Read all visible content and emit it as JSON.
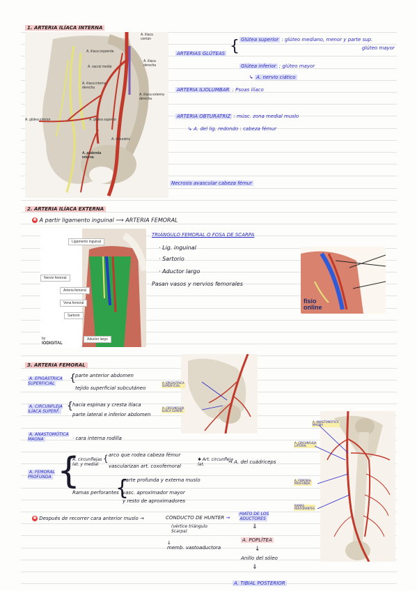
{
  "s1": {
    "title": "1. ARTERIA ILÍACA INTERNA",
    "fig": {
      "iliaca_comun": "A. ilíaca\ncomún",
      "iliaca_izquierda": "A. ilíaca izquierda",
      "sacral_media": "A. sacral media",
      "iliaca_derecha": "A. ilíaca\nderecha",
      "iliaca_interna_derecha": "A. ilíaca interna\nderecha",
      "iliaca_externa_derecha": "A. ilíaca externa\nderecha",
      "glutea_inferior": "A. glútea inferior",
      "glutea_superior": "A. glútea superior",
      "obturatriz": "A. obturatriz",
      "pudenda_interna": "A. pudenda\ninterna"
    },
    "arterias_gluteas": "ARTERIAS GLÚTEAS",
    "glutea_sup": "Glútea superior",
    "glutea_sup_desc": ": glúteo mediano, menor y parte sup.",
    "glutea_sup_desc2": "glúteo mayor",
    "glutea_inf": "Glútea inferior",
    "glutea_inf_desc": ": glúteo mayor",
    "nervio_ciatico": "A. nervio ciático",
    "iliolumbar": "ARTERIA ILIOLUMBAR",
    "iliolumbar_desc": ": Psoas ilíaco",
    "obturatriz": "ARTERIA OBTURATRIZ",
    "obturatriz_desc": ": músc. zona medial muslo",
    "lig_redondo": "A. del lig. redondo",
    "lig_redondo_desc": ": cabeza fémur",
    "necrosis": "Necrosis avascular cabeza fémur"
  },
  "s2": {
    "title": "2. ARTERIA ILÍACA EXTERNA",
    "star": "✱",
    "from": "A partir",
    "ligamento": "ligamento inguinal",
    "arrow": "⟶",
    "femoral": "ARTERIA FEMORAL",
    "triangulo": "TRIÁNGULO FEMORAL O FOSA DE SCARPA",
    "items": [
      "· Lig. inguinal",
      "· Sartorio",
      "· Aductor largo"
    ],
    "pasan": "Pasan vasos y nervios femorales",
    "fig": {
      "ligamento": "Ligamento inguinal",
      "nervio": "Nervio femoral",
      "arteria": "Arteria femoral",
      "vena": "Vena femoral",
      "sartorio": "Sartorio",
      "aductor": "Aductor largo",
      "brand_by": "by",
      "brand": "IODIGITAL",
      "logo1": "fisio",
      "logo2": "online"
    }
  },
  "s3": {
    "title": "3. ARTERIA FEMORAL",
    "epigastrica": "A. EPIGÁSTRICA\nSUPERFICIAL",
    "epi_1": "parte anterior abdomen",
    "epi_2": "tejido superficial subcutáneo",
    "circunfleja": "A. CIRCUNFLEJA\nILÍACA SUPERF.",
    "circ_1": "hacia espinas y cresta ilíaca",
    "circ_2": "parte lateral e inferior abdomen",
    "anastomotica": "A. ANASTOMÓTICA\nMAGNA",
    "anast_desc": "· cara interna rodilla",
    "profunda": "A. FEMORAL\nPROFUNDA",
    "circ_lat_med": "A. circunflejas\nlat. y medial",
    "arco": "arco que rodea cabeza fémur",
    "vascularizan": "vascularizan art. coxofemoral",
    "art_circ_lat": "✱ Art. circunfleja\nlat.",
    "cuadriceps": "A. del cuádriceps",
    "ramas_perf": "Ramas perforantes",
    "perf_1": "parte profunda y externa muslo",
    "perf_2": "vasc. aproximador mayor",
    "perf_3": "y resto de aproximadores",
    "despues": "Después de recorrer cara anterior muslo",
    "conducto": "CONDUCTO DE HUNTER",
    "conducto_sub": "(vértice triángulo\nScarpa)",
    "memb": "memb. vastoaductora",
    "hiato": "HIATO DE LOS\nADUCTORES",
    "poplitea": "A. POPLÍTEA",
    "anillo": "Anillo del sóleo",
    "tibial": "A. TIBIAL POSTERIOR",
    "fig_labels": {
      "epi": "A. EPIGÁSTRICA\nSUPERFICIAL",
      "circ": "A. CIRCUNFLEJA\nILÍACA SUPERF.",
      "anast": "A. ANASTOMÓTICA\nMAGNA",
      "circlat": "A. CIRCUNFLEJA\nLATERAL",
      "femprof": "A. FEMORAL\nPROFUNDA",
      "ramas": "RAMAS\nPERFORANTES"
    }
  }
}
